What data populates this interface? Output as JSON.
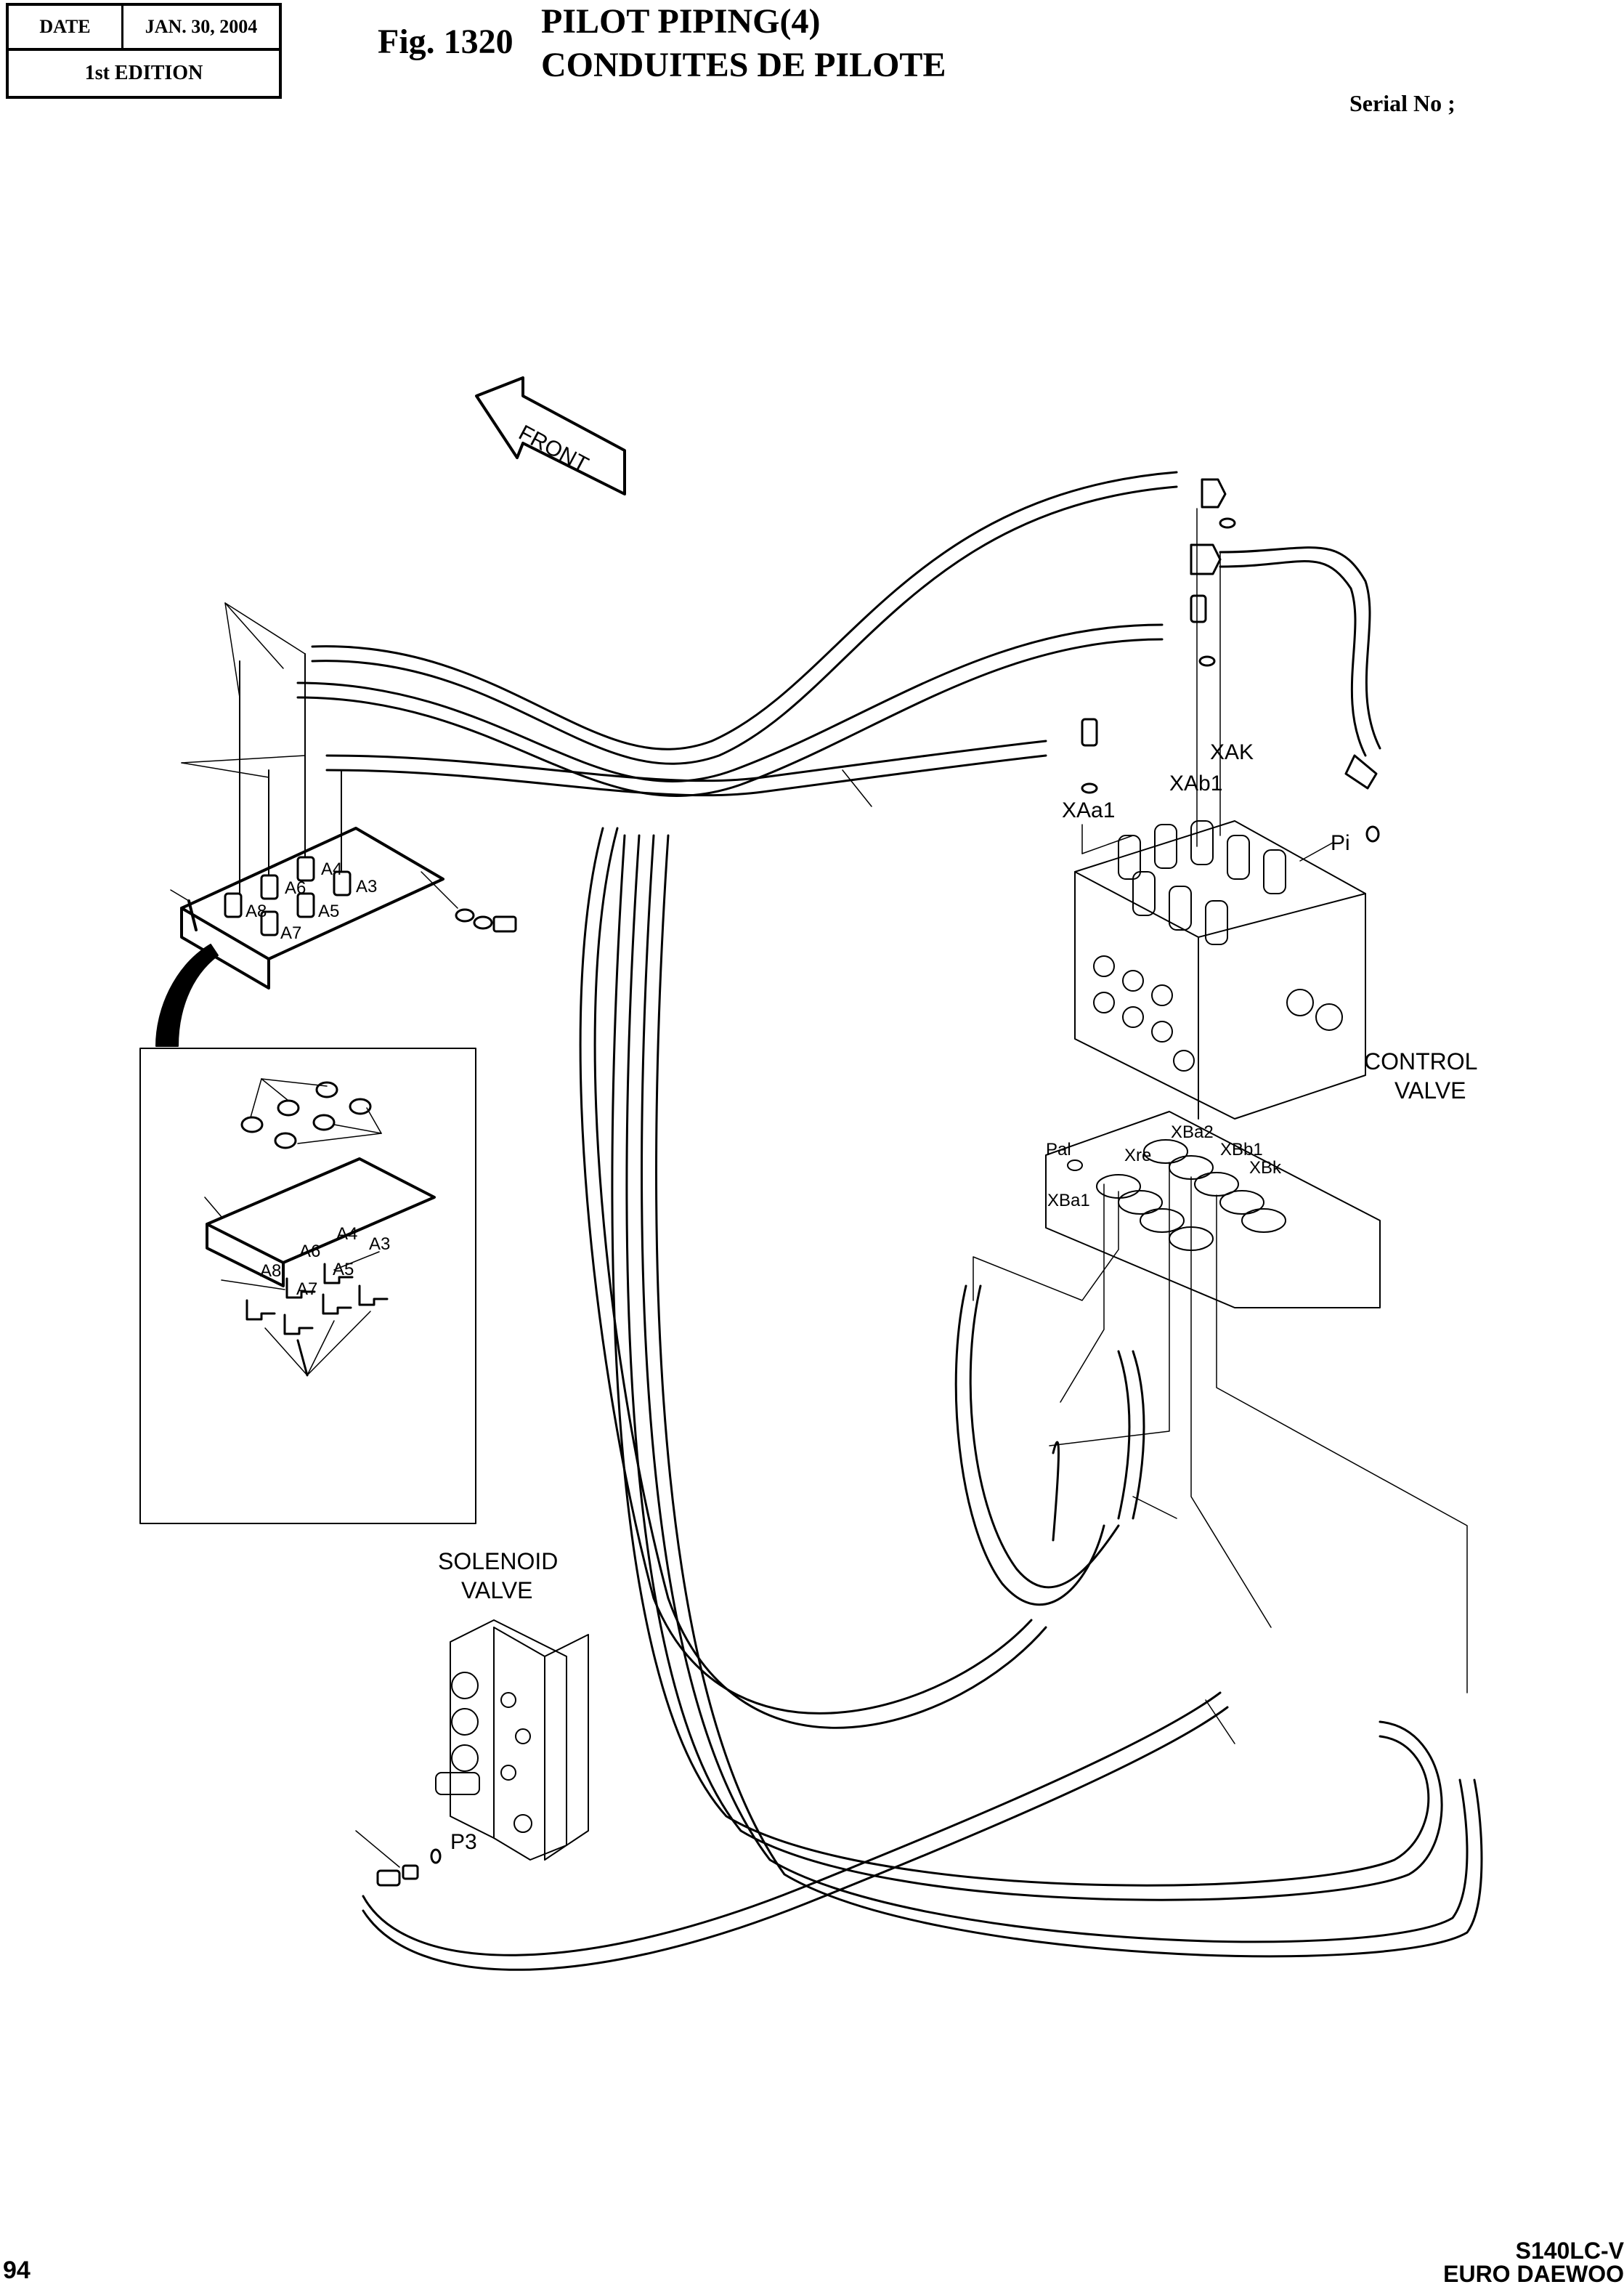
{
  "header": {
    "date_label": "DATE",
    "date_value": "JAN. 30, 2004",
    "edition": "1st EDITION",
    "figure_number": "Fig. 1320",
    "title_en": "PILOT PIPING(4)",
    "title_fr": "CONDUITES DE PILOTE",
    "serial_label": "Serial No ;"
  },
  "footer": {
    "page_number": "94",
    "model": "S140LC-V",
    "brand": "EURO DAEWOO"
  },
  "diagram": {
    "front_arrow": "FRONT",
    "control_valve_label": [
      "CONTROL",
      "VALVE"
    ],
    "solenoid_valve_label": [
      "SOLENOID",
      "VALVE"
    ],
    "ports_top": [
      "XAK",
      "XAb1",
      "XAa1",
      "Pi"
    ],
    "ports_bottom": [
      "Pal",
      "XBa2",
      "Xre",
      "XBb1",
      "XBk",
      "XBa1"
    ],
    "solenoid_port": "P3",
    "bracket_ports": [
      "A4",
      "A6",
      "A3",
      "A8",
      "A5",
      "A7"
    ],
    "detail_bracket_ports": [
      "A4",
      "A6",
      "A3",
      "A8",
      "A5",
      "A7"
    ]
  }
}
